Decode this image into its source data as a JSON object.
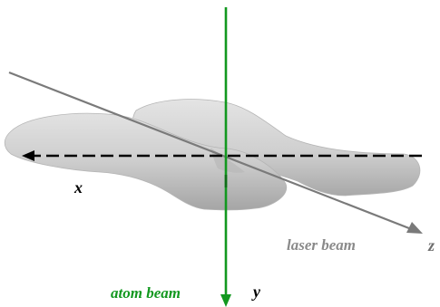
{
  "labels": {
    "x_axis": "x",
    "y_axis": "y",
    "z_axis": "z",
    "laser_beam": "laser beam",
    "atom_beam": "atom beam"
  },
  "colors": {
    "background": "#ffffff",
    "beam_body": "#cfcfcf",
    "beam_highlight": "#e2e2e2",
    "beam_shadow": "#a9a9a9",
    "x_axis": "#000000",
    "y_axis": "#12981f",
    "z_axis": "#7a7a7a",
    "laser_label": "#8a8a8a",
    "z_label": "#6e6e6e",
    "atom_label": "#12981f",
    "x_label": "#000000",
    "y_label": "#000000"
  }
}
